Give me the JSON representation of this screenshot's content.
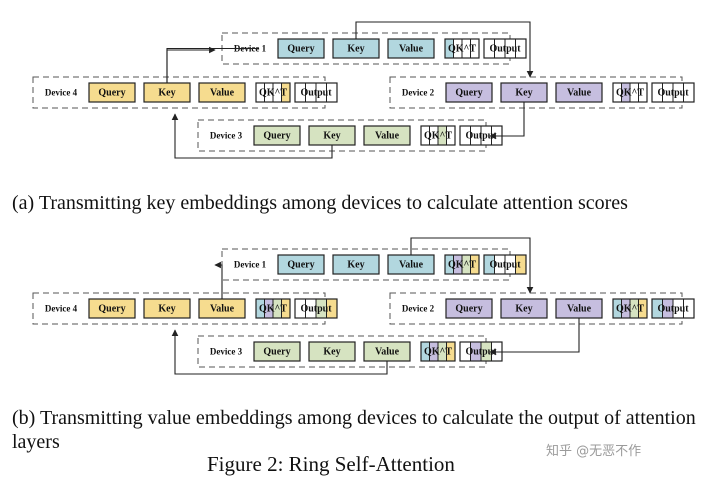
{
  "colors": {
    "query": "#f6dc8f",
    "key": "#b2d7df",
    "value": "#b2d7df",
    "key_d4": "#f6dc8f",
    "value_d4": "#f6dc8f",
    "d1": "#b2d7df",
    "d2": "#c6bedf",
    "d3": "#d6e3c1",
    "d4": "#f6dc8f",
    "dash": "#555555",
    "stroke": "#222222"
  },
  "labels": {
    "query": "Query",
    "key": "Key",
    "value": "Value",
    "qk": "QK^T",
    "output": "Output"
  },
  "devices": {
    "d1": "Device 1",
    "d2": "Device 2",
    "d3": "Device 3",
    "d4": "Device 4"
  },
  "captions": {
    "a": "(a) Transmitting key embeddings among devices to calculate attention scores",
    "b": "(b) Transmitting value embeddings among devices to calculate the output of attention layers",
    "figure": "Figure 2: Ring Self-Attention"
  },
  "watermark": "知乎 @无恶不作"
}
